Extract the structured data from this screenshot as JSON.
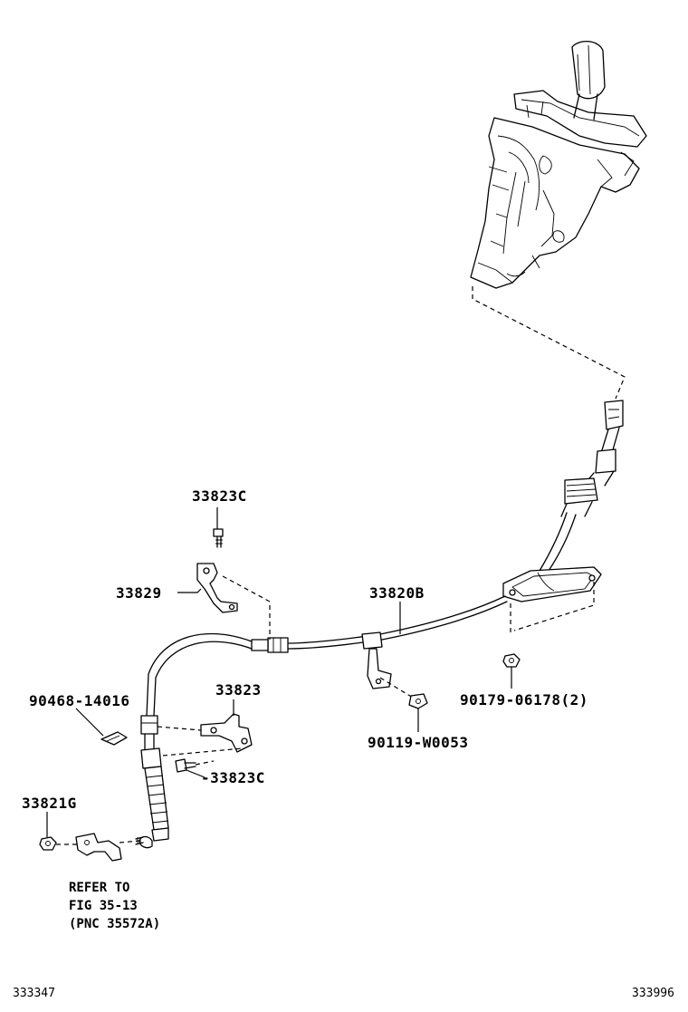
{
  "labels": {
    "p33823C_top": "33823C",
    "p33829": "33829",
    "p33820B": "33820B",
    "p90468": "90468-14016",
    "p33823": "33823",
    "p33823C_bottom": "-33823C",
    "p33821G": "33821G",
    "p90119": "90119-W0053",
    "p90179": "90179-06178(2)"
  },
  "note": {
    "line1": "REFER TO",
    "line2": "FIG 35-13",
    "line3": "(PNC 35572A)"
  },
  "footer": {
    "left_code": "333347",
    "right_code": "333996"
  }
}
